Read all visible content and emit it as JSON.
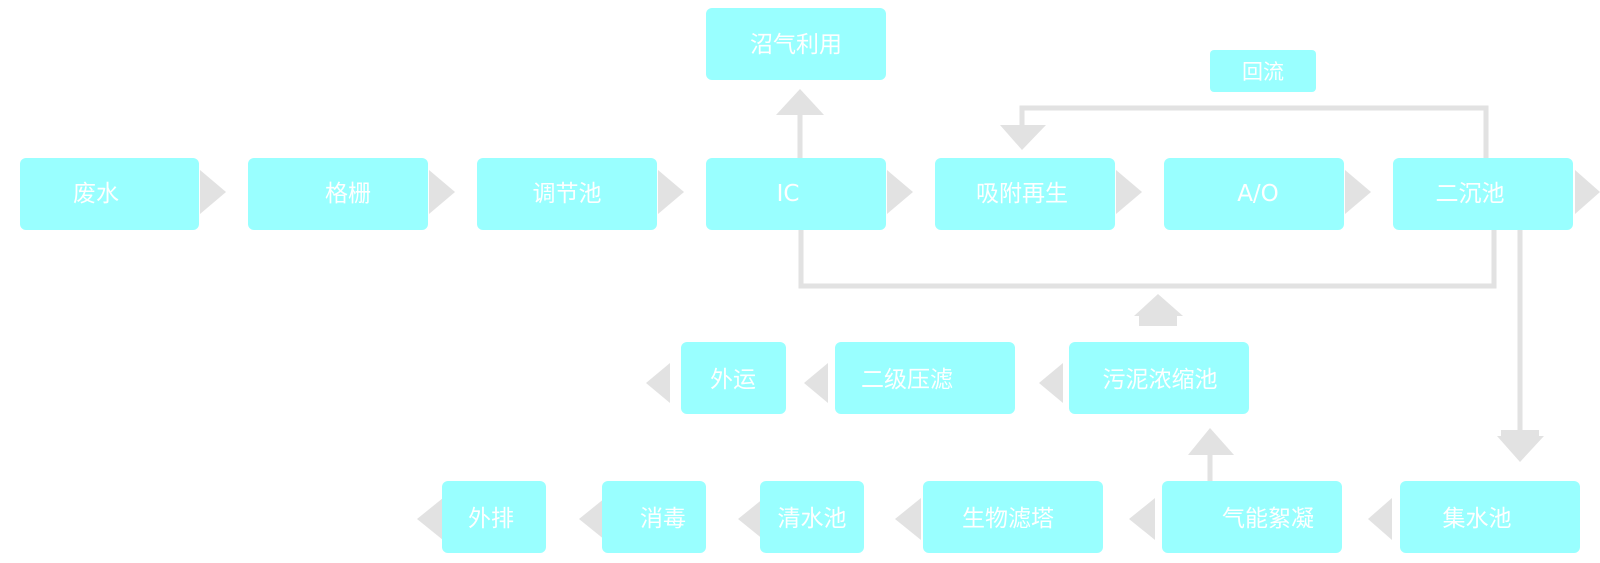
{
  "nodes": {
    "wastewater": "废水",
    "screen": "格栅",
    "equalization": "调节池",
    "ic": "IC",
    "adsorption": "吸附再生",
    "ao": "A/O",
    "secondary_clarifier": "二沉池",
    "biogas": "沼气利用",
    "reflux": "回流",
    "sludge_thickener": "污泥浓缩池",
    "secondary_press": "二级压滤",
    "haul_away": "外运",
    "collection_tank": "集水池",
    "air_flocculation": "气能絮凝",
    "bio_filter": "生物滤塔",
    "clear_water": "清水池",
    "disinfection": "消毒",
    "discharge": "外排"
  },
  "colors": {
    "node": "#99ffff",
    "text": "#ffffff",
    "connector": "#e2e2e2"
  }
}
